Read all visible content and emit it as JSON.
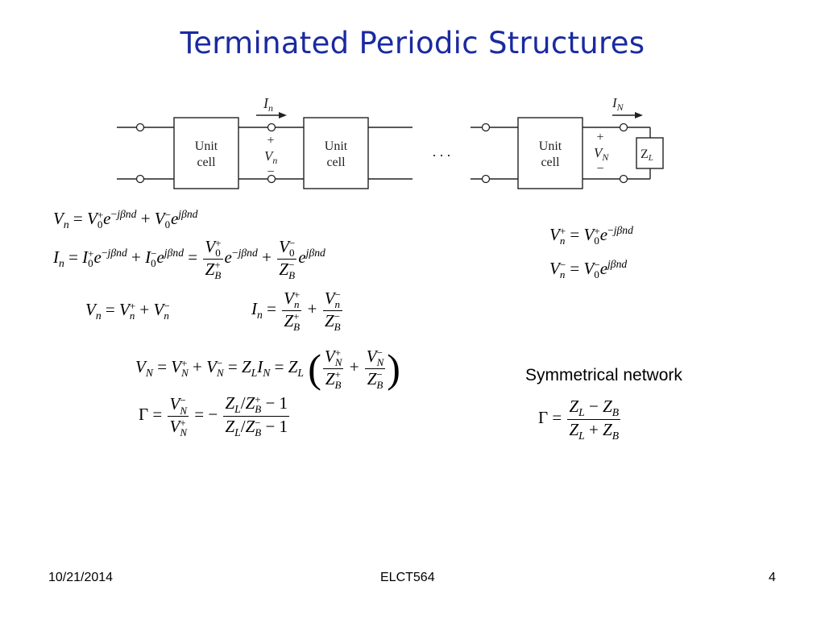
{
  "slide": {
    "title": "Terminated Periodic Structures",
    "note": "Symmetrical network",
    "footer": {
      "date": "10/21/2014",
      "course": "ELCT564",
      "page": "4"
    }
  },
  "circuit": {
    "cell_label_line1": "Unit",
    "cell_label_line2": "cell",
    "ellipsis": ". . .",
    "current_n": "I",
    "current_n_sub": "n",
    "current_N": "I",
    "current_N_sub": "N",
    "voltage_n": "V",
    "voltage_n_sub": "n",
    "voltage_N": "V",
    "voltage_N_sub": "N",
    "plus": "+",
    "minus": "−",
    "load": "Z",
    "load_sub": "L"
  },
  "equations": {
    "eq1": "Vn = V0+ e^(−jβnd) + V0− e^(jβnd)",
    "eq2": "In = I0+ e^(−jβnd) + I0− e^(jβnd) = (V0+/ZB+) e^(−jβnd) + (V0−/ZB−) e^(jβnd)",
    "eq3": "Vn = Vn+ + Vn−",
    "eq4": "In = Vn+/ZB+ + Vn−/ZB−",
    "eq5": "VN = VN+ + VN− = ZL IN = ZL (VN+/ZB+ + VN−/ZB−)",
    "eq6": "Γ = VN−/VN+ = −(ZL/ZB+ − 1)/(ZL/ZB− − 1)",
    "eq7": "Vn+ = V0+ e^(−jβnd)",
    "eq8": "Vn− = V0− e^(jβnd)",
    "eq9": "Γ = (ZL − ZB)/(ZL + ZB)"
  }
}
